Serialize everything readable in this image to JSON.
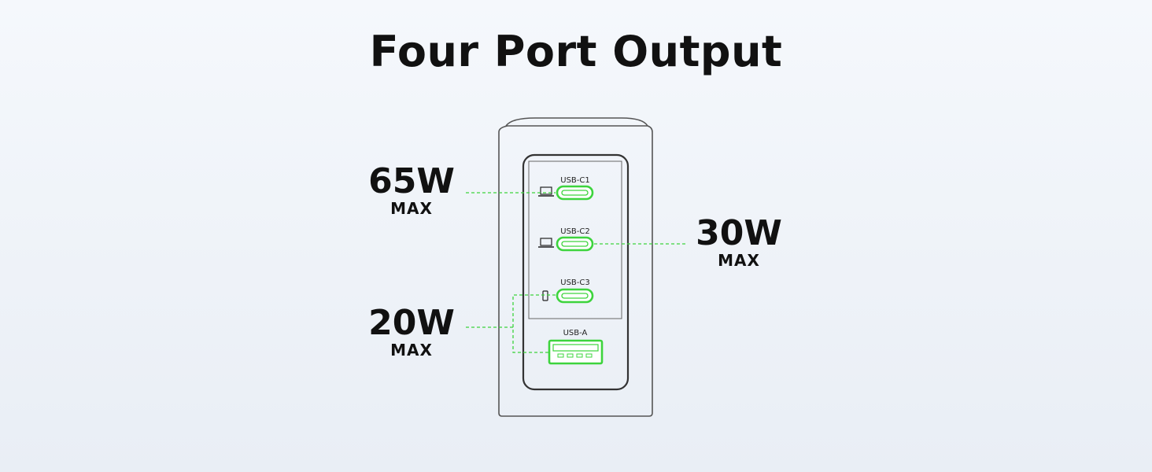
{
  "title": "Four Port Output",
  "outputs": [
    {
      "watt": "65W",
      "unit": "MAX"
    },
    {
      "watt": "30W",
      "unit": "MAX"
    },
    {
      "watt": "20W",
      "unit": "MAX"
    }
  ],
  "ports": [
    "USB-C1",
    "USB-C2",
    "USB-C3",
    "USB-A"
  ],
  "colors": {
    "accent": "#3dd43d",
    "charger_line": "#444444",
    "text": "#111111"
  },
  "icons": [
    "laptop-icon",
    "laptop-icon",
    "phone-icon"
  ]
}
